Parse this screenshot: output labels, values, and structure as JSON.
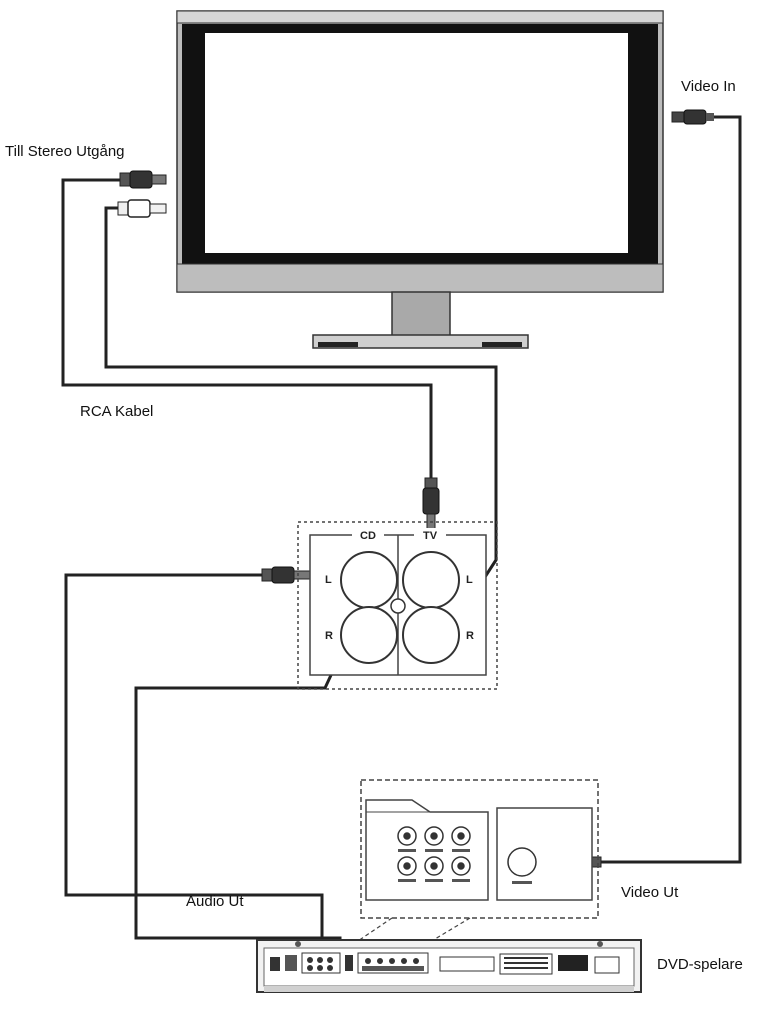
{
  "labels": {
    "video_in": "Video In",
    "stereo_out": "Till Stereo Utgång",
    "rca_cable": "RCA Kabel",
    "audio_out": "Audio Ut",
    "video_out": "Video Ut",
    "dvd_player": "DVD-spelare"
  },
  "panel": {
    "cd": "CD",
    "tv": "TV",
    "left_cd": "L",
    "left_tv": "L",
    "right_cd": "R",
    "right_tv": "R"
  }
}
